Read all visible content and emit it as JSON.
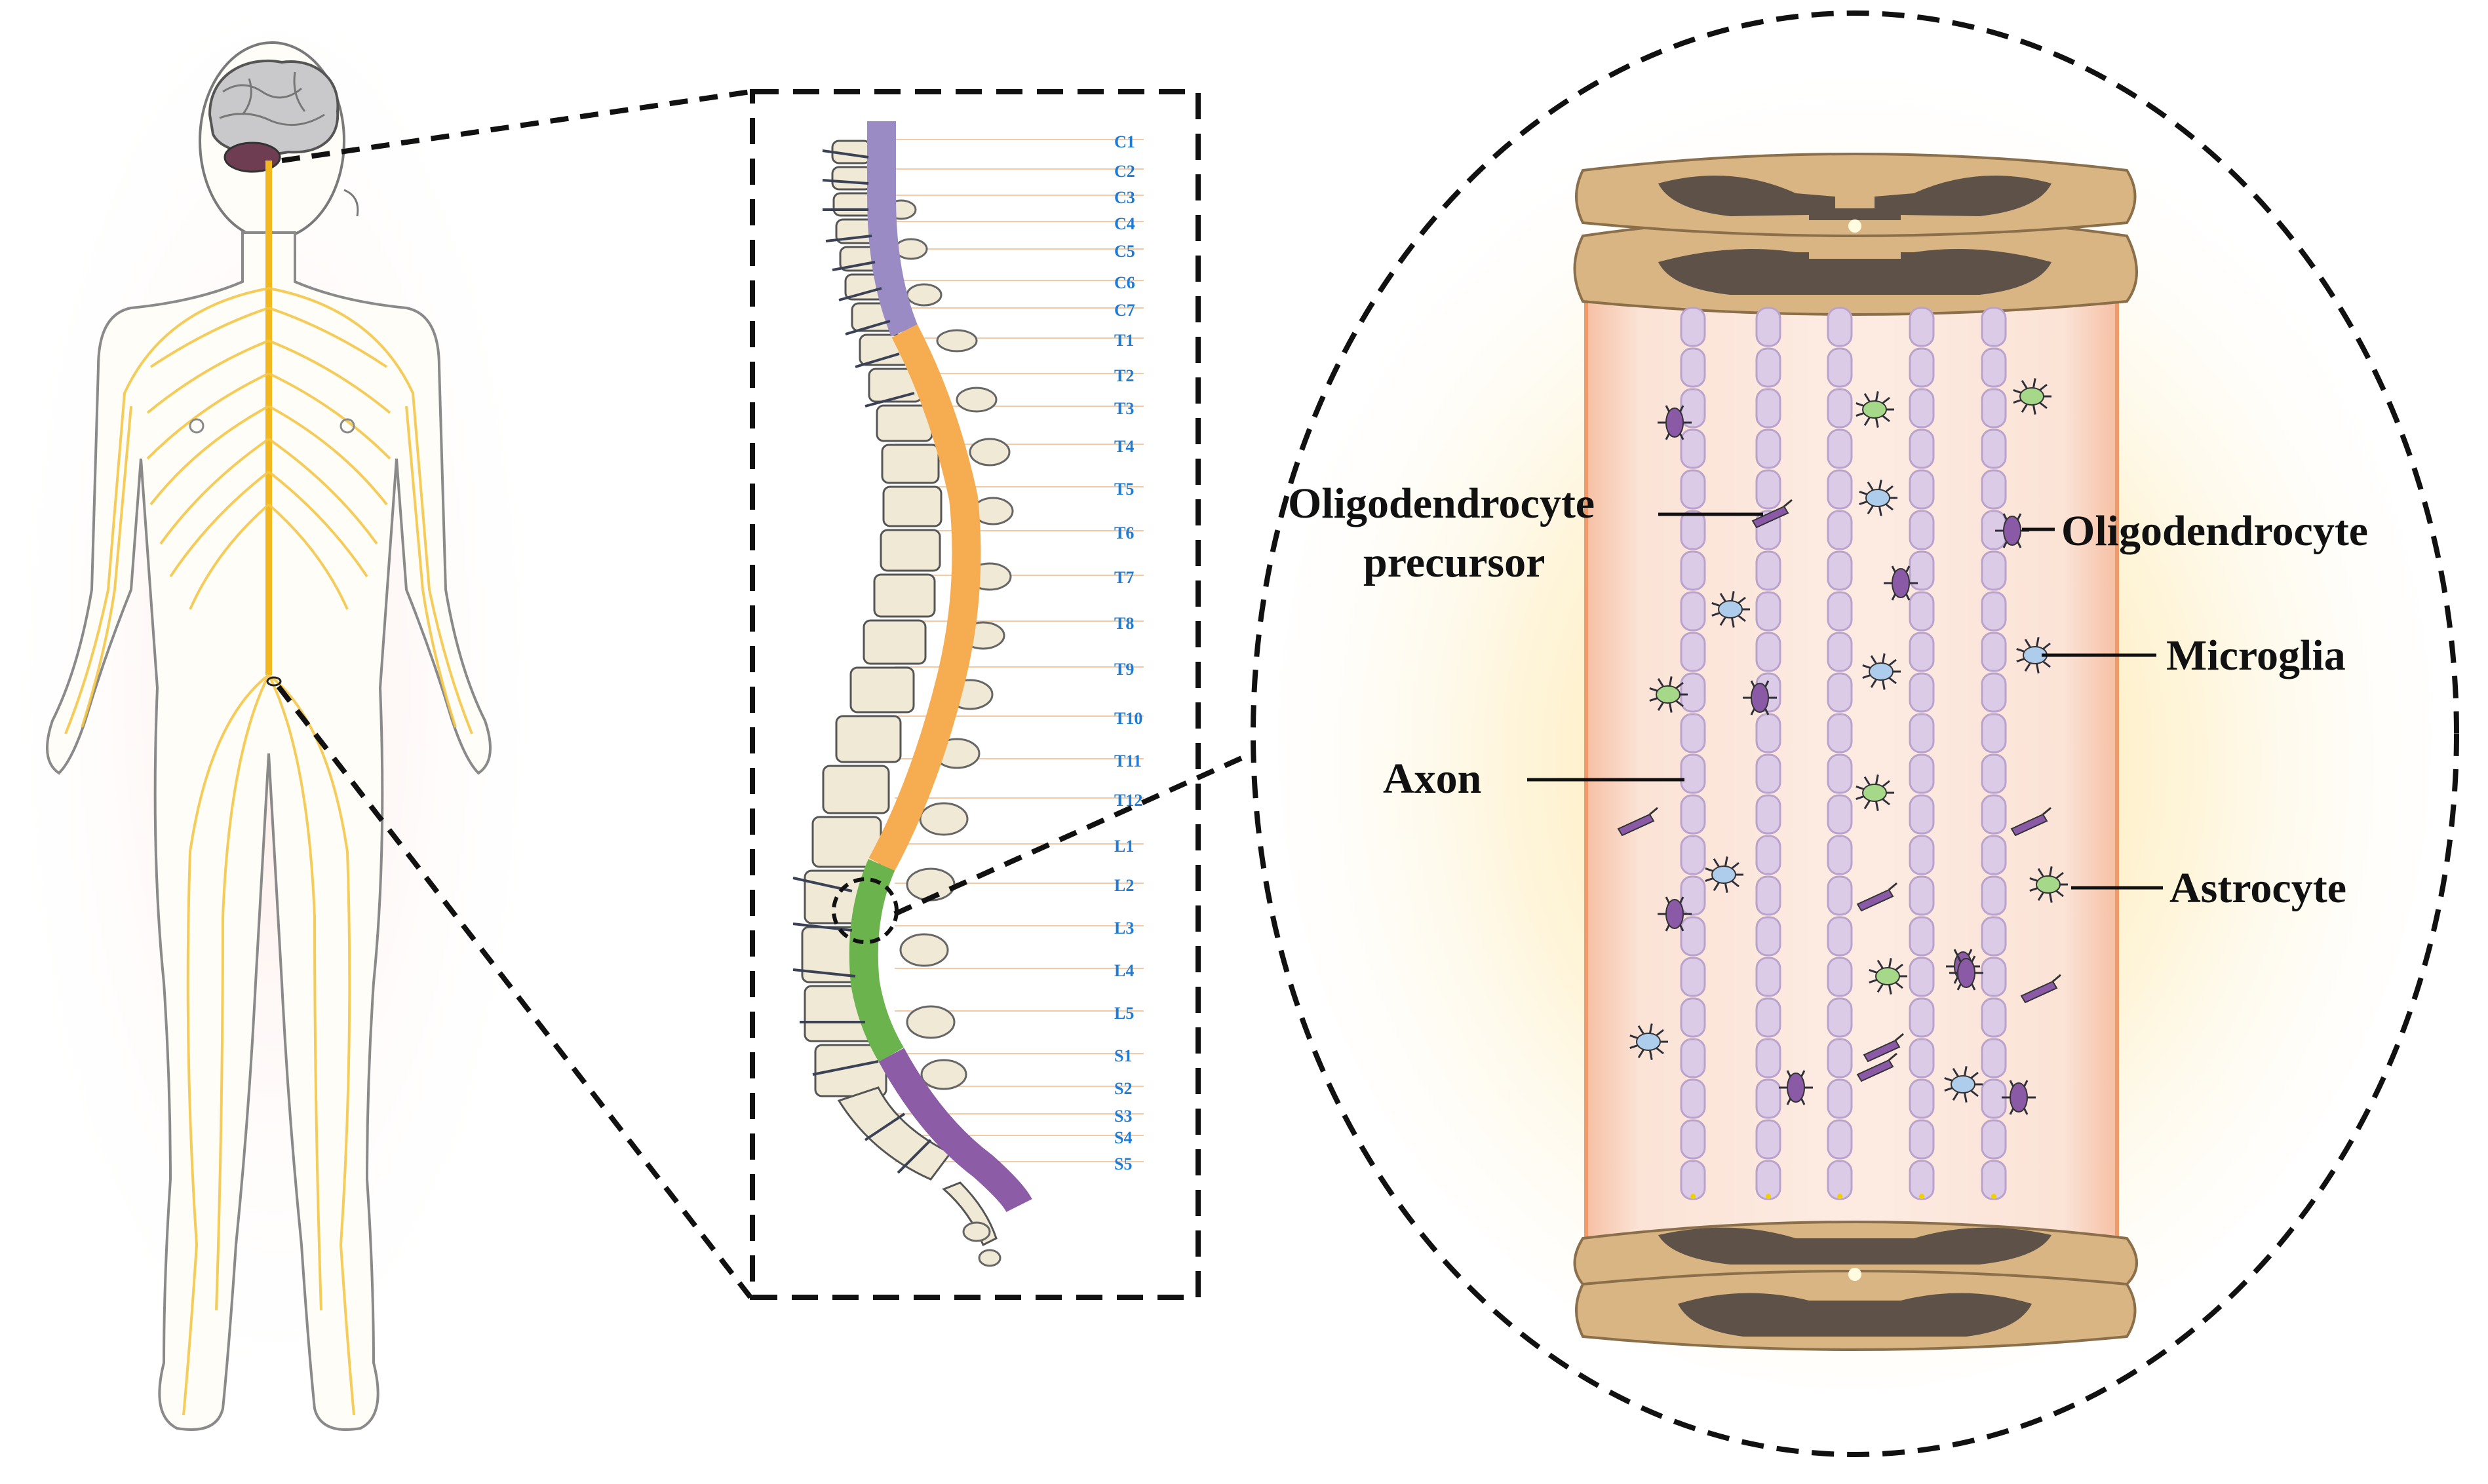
{
  "vertebrae": [
    "C1",
    "C2",
    "C3",
    "C4",
    "C5",
    "C6",
    "C7",
    "T1",
    "T2",
    "T3",
    "T4",
    "T5",
    "T6",
    "T7",
    "T8",
    "T9",
    "T10",
    "T11",
    "T12",
    "L1",
    "L2",
    "L3",
    "L4",
    "L5",
    "S1",
    "S2",
    "S3",
    "S4",
    "S5"
  ],
  "cell_labels": {
    "opc_line1": "Oligodendrocyte",
    "opc_line2": "precursor",
    "oligodendrocyte": "Oligodendrocyte",
    "microglia": "Microglia",
    "axon": "Axon",
    "astrocyte": "Astrocyte"
  },
  "colors": {
    "nerve": "#f2b81e",
    "cervical": "#9b8bc4",
    "thoracic": "#f6ad52",
    "lumbar": "#6bb34d",
    "sacral": "#8c5ca6",
    "vertebra_label": "#1e7bd6",
    "gray_matter": "#5e5148",
    "white_matter": "#d8b583",
    "axon": "#dccbe6",
    "microglia": "#aecdec",
    "astrocyte": "#a6d88a",
    "oligodendrocyte": "#8a5aa6"
  }
}
